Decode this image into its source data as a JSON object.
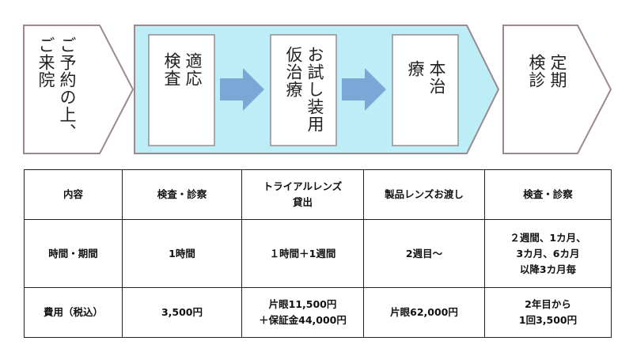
{
  "flow": {
    "steps": [
      {
        "id": "reservation",
        "label": "ご予約の上、\nご来院"
      },
      {
        "id": "fitting-test",
        "label": "適応\n検査"
      },
      {
        "id": "trial-wear",
        "label": "お試し装用\n仮治療"
      },
      {
        "id": "treatment",
        "label": "本治\n療"
      },
      {
        "id": "checkup",
        "label": "定期\n検診"
      }
    ],
    "colors": {
      "highlight_fill": "#bdeef7",
      "box_border": "#9b8a8d",
      "arrow_fill": "#7ba7d6"
    }
  },
  "table": {
    "rows": [
      {
        "label": "内容",
        "cells": [
          "検査・診察",
          "トライアルレンズ\n貸出",
          "製品レンズお渡し",
          "検査・診察"
        ]
      },
      {
        "label": "時間・期間",
        "cells": [
          "1時間",
          "１時間＋1週間",
          "2週目～",
          "２週間、1カ月、\n3カ月、6カ月\n以降3カ月毎"
        ]
      },
      {
        "label": "費用（税込）",
        "cells": [
          "3,500円",
          "片眼11,500円\n＋保証金44,000円",
          "片眼62,000円",
          "2年目から\n1回3,500円"
        ]
      }
    ]
  }
}
